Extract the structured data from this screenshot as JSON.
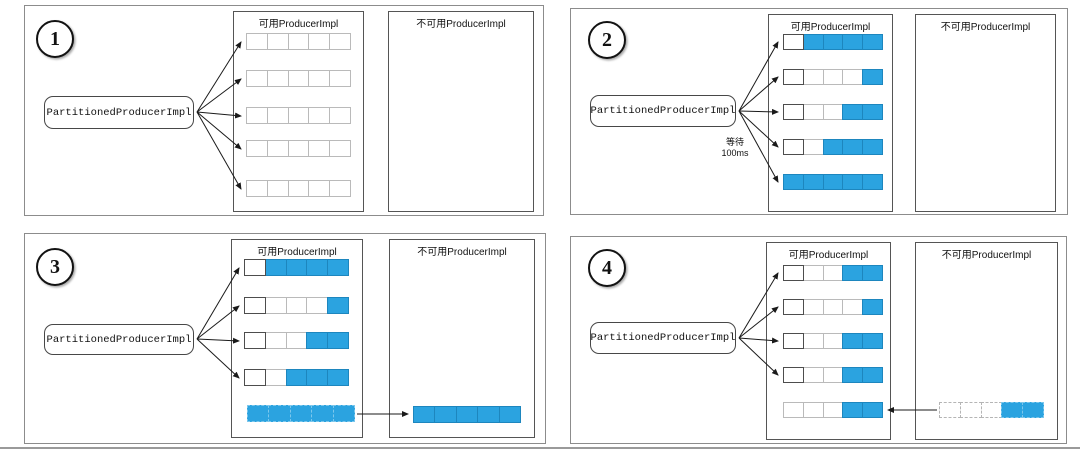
{
  "colors": {
    "fill_blue": "#2ba3e0",
    "fill_blue_border": "#1d86be",
    "empty_cell_border": "#bababa",
    "head_cell_border": "#4d4d4d",
    "pool_border": "#555555",
    "panel_border": "#8c8c8c",
    "arrow": "#1a1a1a"
  },
  "labels": {
    "producer_box": "PartitionedProducerImpl",
    "available_pool": "可用ProducerImpl",
    "unavailable_pool": "不可用ProducerImpl"
  },
  "panels": [
    {
      "number": "1",
      "available_rows": [
        {
          "cells": [
            0,
            0,
            0,
            0,
            0
          ]
        },
        {
          "cells": [
            0,
            0,
            0,
            0,
            0
          ]
        },
        {
          "cells": [
            0,
            0,
            0,
            0,
            0
          ]
        },
        {
          "cells": [
            0,
            0,
            0,
            0,
            0
          ]
        },
        {
          "cells": [
            0,
            0,
            0,
            0,
            0
          ]
        }
      ],
      "unavailable_rows": []
    },
    {
      "number": "2",
      "wait_label": {
        "line1": "等待",
        "line2": "100ms"
      },
      "available_rows": [
        {
          "cells": [
            0,
            1,
            1,
            1,
            1
          ],
          "head": true
        },
        {
          "cells": [
            0,
            0,
            0,
            0,
            1
          ],
          "head": true
        },
        {
          "cells": [
            0,
            0,
            0,
            1,
            1
          ],
          "head": true
        },
        {
          "cells": [
            0,
            0,
            1,
            1,
            1
          ],
          "head": true
        },
        {
          "cells": [
            1,
            1,
            1,
            1,
            1
          ]
        }
      ],
      "unavailable_rows": []
    },
    {
      "number": "3",
      "available_rows": [
        {
          "cells": [
            0,
            1,
            1,
            1,
            1
          ],
          "head": true
        },
        {
          "cells": [
            0,
            0,
            0,
            0,
            1
          ],
          "head": true
        },
        {
          "cells": [
            0,
            0,
            0,
            1,
            1
          ],
          "head": true
        },
        {
          "cells": [
            0,
            0,
            1,
            1,
            1
          ],
          "head": true
        },
        {
          "cells": [
            1,
            1,
            1,
            1,
            1
          ],
          "dashed": true
        }
      ],
      "unavailable_rows": [
        {
          "cells": [
            1,
            1,
            1,
            1,
            1
          ]
        }
      ],
      "transfer": "available-to-unavailable"
    },
    {
      "number": "4",
      "available_rows": [
        {
          "cells": [
            0,
            0,
            0,
            1,
            1
          ],
          "head": true
        },
        {
          "cells": [
            0,
            0,
            0,
            0,
            1
          ],
          "head": true
        },
        {
          "cells": [
            0,
            0,
            0,
            1,
            1
          ],
          "head": true
        },
        {
          "cells": [
            0,
            0,
            0,
            1,
            1
          ],
          "head": true
        },
        {
          "cells": [
            0,
            0,
            0,
            1,
            1
          ]
        }
      ],
      "unavailable_rows": [
        {
          "cells": [
            0,
            0,
            0,
            1,
            1
          ],
          "dashed": true
        }
      ],
      "transfer": "unavailable-to-available"
    }
  ]
}
